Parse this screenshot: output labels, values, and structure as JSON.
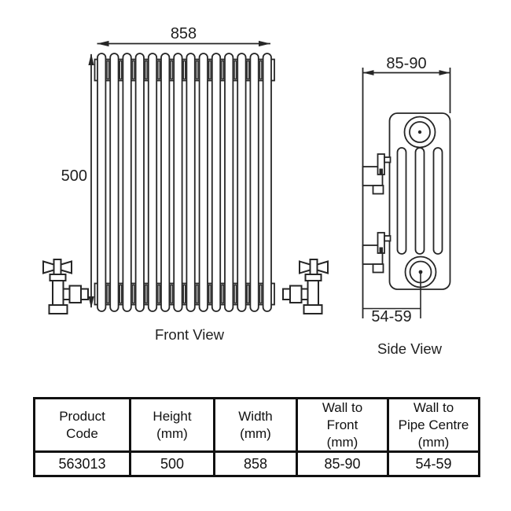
{
  "colors": {
    "line": "#262626",
    "background": "#ffffff"
  },
  "front_view": {
    "caption": "Front View",
    "width_mm": "858",
    "height_mm": "500",
    "column_count": 14
  },
  "side_view": {
    "caption": "Side View",
    "wall_to_front_mm": "85-90",
    "wall_to_pipe_centre_mm": "54-59"
  },
  "spec_table": {
    "headers": [
      "Product\nCode",
      "Height\n(mm)",
      "Width\n(mm)",
      "Wall to\nFront\n(mm)",
      "Wall to\nPipe Centre\n(mm)"
    ],
    "row": [
      "563013",
      "500",
      "858",
      "85-90",
      "54-59"
    ]
  }
}
